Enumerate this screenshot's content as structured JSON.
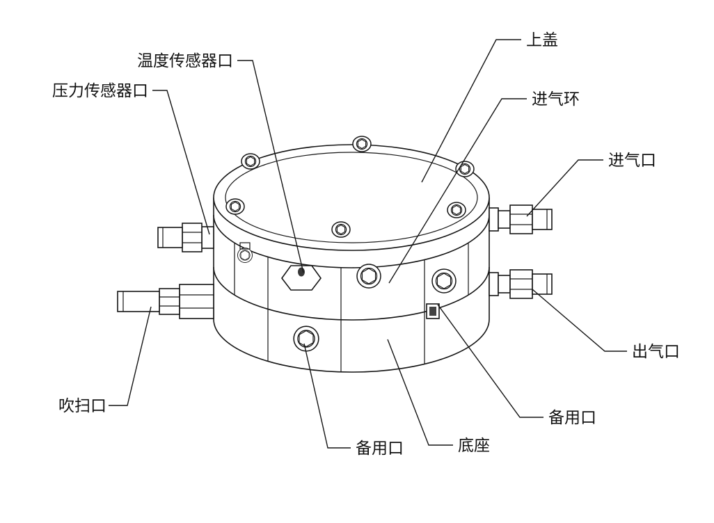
{
  "diagram": {
    "background_color": "#ffffff",
    "line_color": "#141414",
    "labels": {
      "temp_sensor_port": "温度传感器口",
      "pressure_sensor_port": "压力传感器口",
      "top_cover": "上盖",
      "intake_ring": "进气环",
      "intake_port": "进气口",
      "outlet_port": "出气口",
      "spare_port_right": "备用口",
      "spare_port_bottom": "备用口",
      "base": "底座",
      "purge_port": "吹扫口"
    }
  }
}
